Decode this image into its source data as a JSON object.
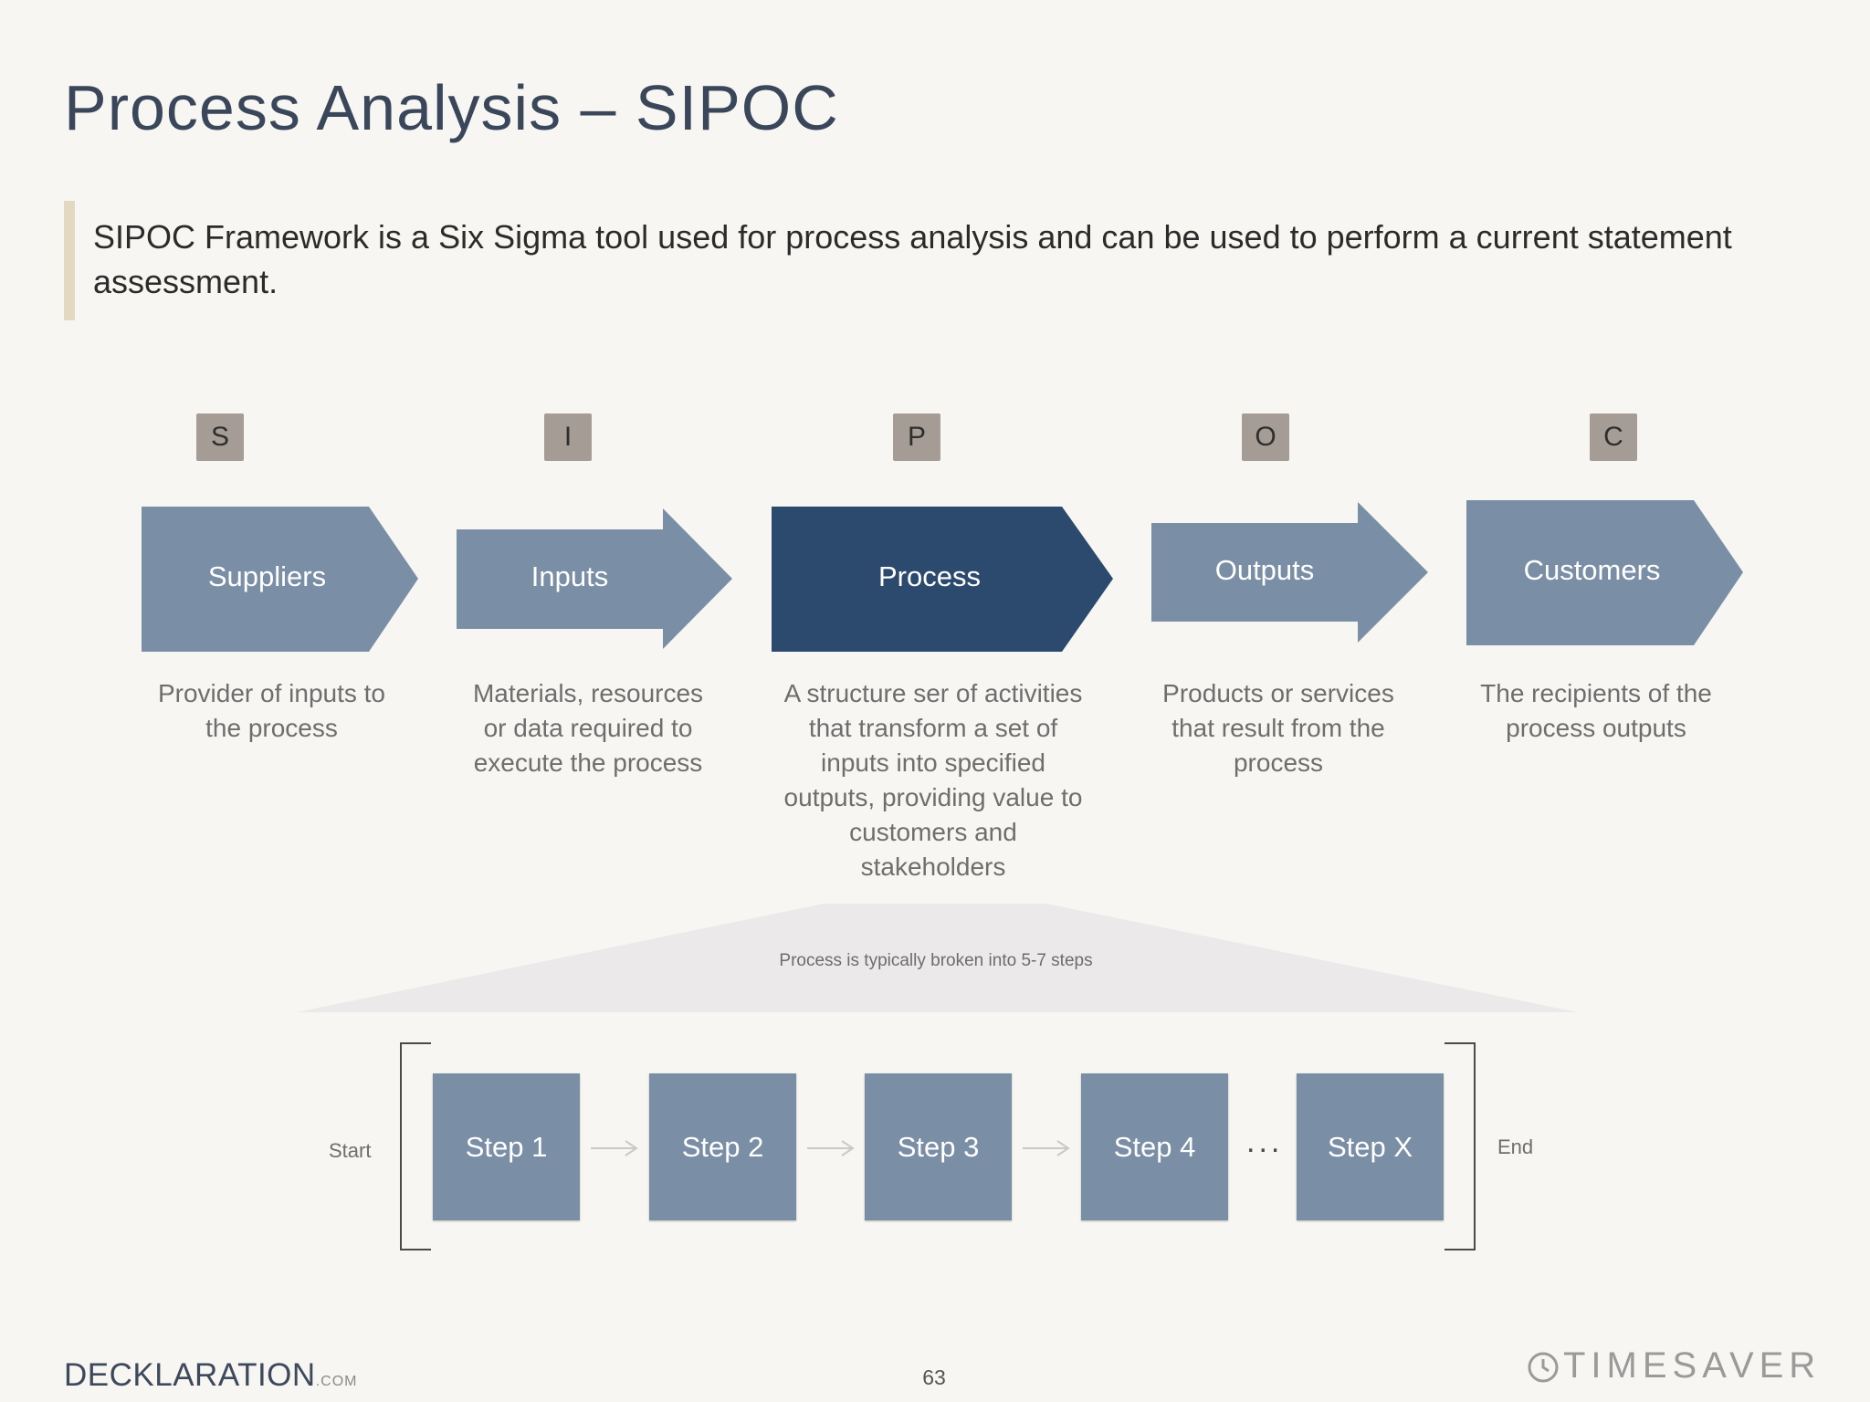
{
  "title": "Process Analysis – SIPOC",
  "intro": "SIPOC Framework is a Six Sigma tool used for process analysis and can be used to perform a current statement assessment.",
  "sipoc": [
    {
      "letter": "S",
      "label": "Suppliers",
      "desc": "Provider of inputs to the process"
    },
    {
      "letter": "I",
      "label": "Inputs",
      "desc": "Materials, resources or data required to execute the process"
    },
    {
      "letter": "P",
      "label": "Process",
      "desc": "A structure ser of activities that transform a set of inputs into specified outputs, providing value to customers and stakeholders"
    },
    {
      "letter": "O",
      "label": "Outputs",
      "desc": "Products or services that result from the process"
    },
    {
      "letter": "C",
      "label": "Customers",
      "desc": "The recipients of the process outputs"
    }
  ],
  "colors": {
    "arrow": "#7a8fa6",
    "arrow_highlight": "#2c4a6e",
    "letter_badge": "#a49c95",
    "step": "#7a8fa6"
  },
  "funnel_note": "Process is typically broken into 5-7 steps",
  "steps": [
    "Step 1",
    "Step 2",
    "Step 3",
    "Step 4",
    "Step X"
  ],
  "ellipsis": "...",
  "start_label": "Start",
  "end_label": "End",
  "footer": {
    "brand_left": "DECKLARATION",
    "brand_left_suffix": ".COM",
    "page_number": "63",
    "brand_right": "TIMESAVER"
  }
}
